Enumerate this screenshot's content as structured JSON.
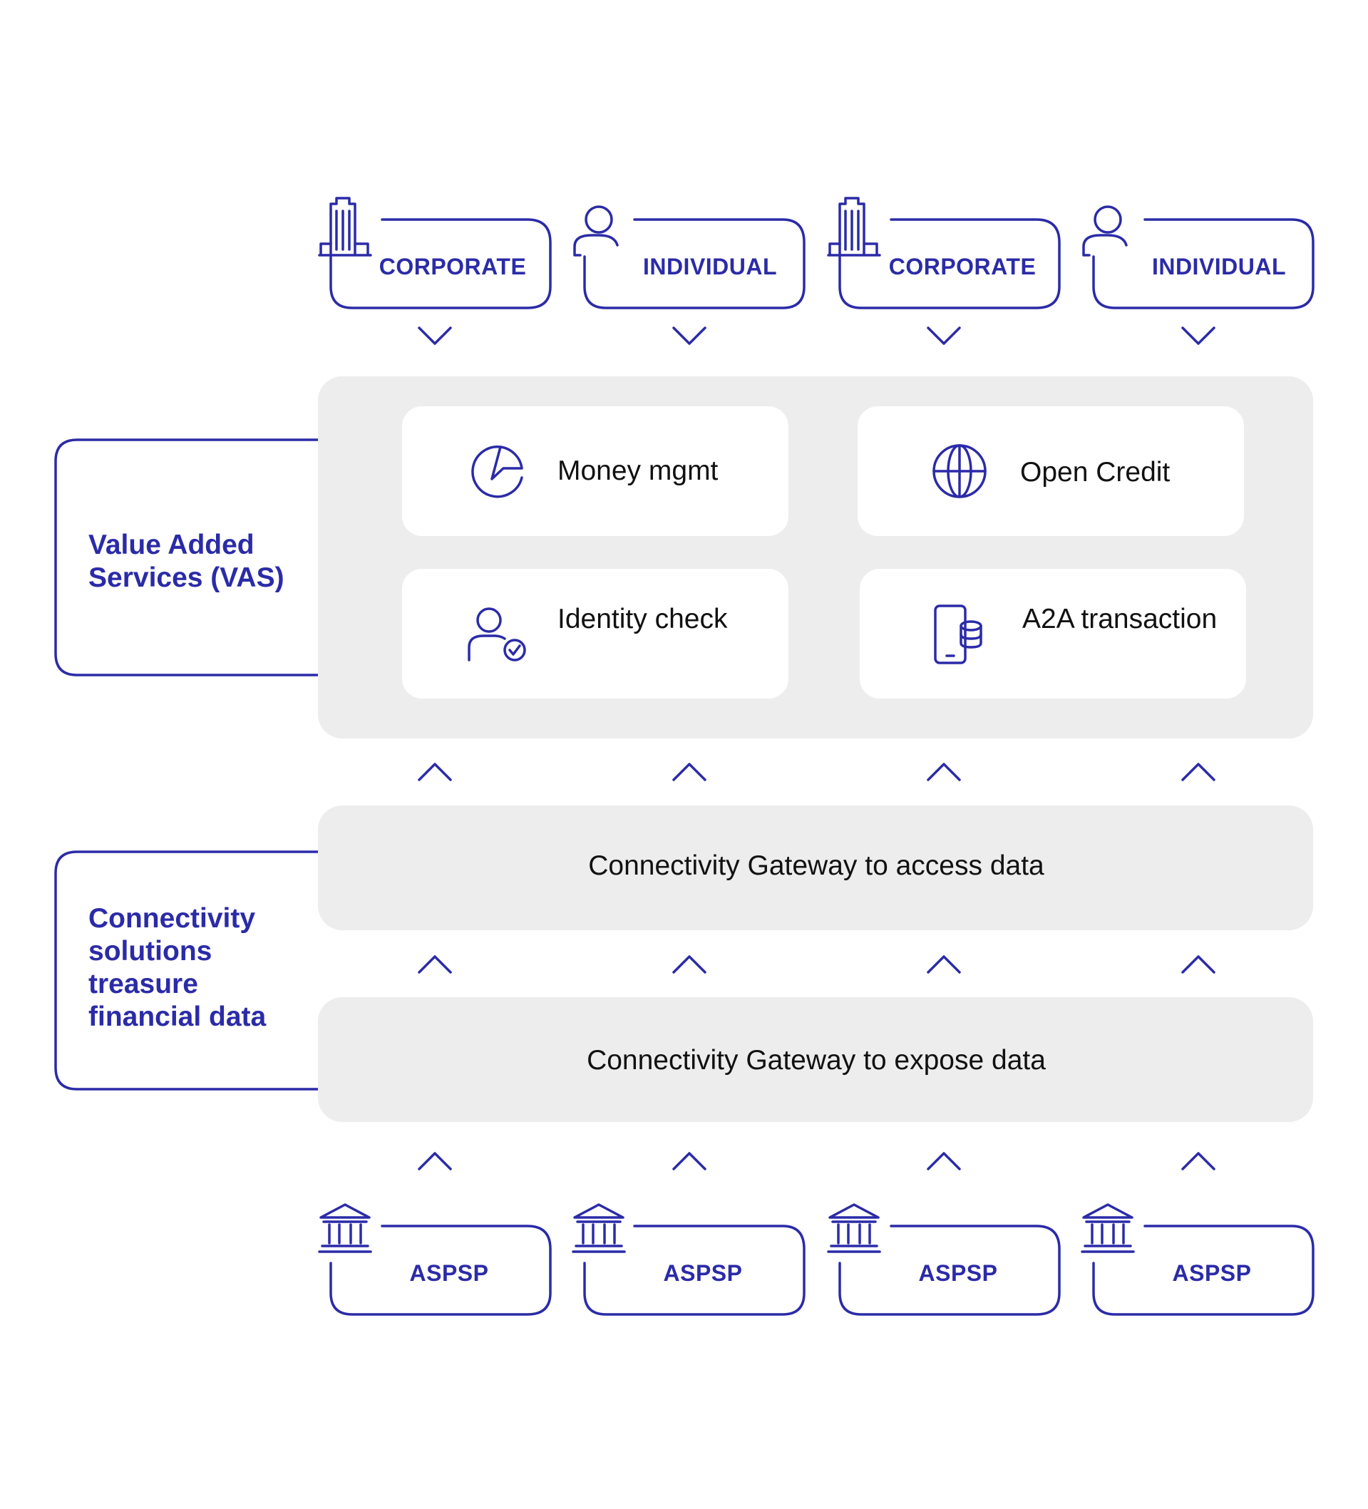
{
  "colors": {
    "accent": "#2B2BA8",
    "panel": "#EDEDED",
    "card": "#FFFFFF",
    "text": "#111111"
  },
  "actors": [
    {
      "label": "CORPORATE",
      "icon": "building-icon"
    },
    {
      "label": "INDIVIDUAL",
      "icon": "person-icon"
    },
    {
      "label": "CORPORATE",
      "icon": "building-icon"
    },
    {
      "label": "INDIVIDUAL",
      "icon": "person-icon"
    }
  ],
  "vas": {
    "side_label": "Value Added Services (VAS)",
    "services": [
      {
        "label": "Money mgmt",
        "icon": "pie-chart-icon"
      },
      {
        "label": "Open Credit",
        "icon": "globe-icon"
      },
      {
        "label": "Identity check",
        "icon": "user-check-icon"
      },
      {
        "label": "A2A transaction",
        "icon": "mobile-coins-icon"
      }
    ]
  },
  "connectivity": {
    "side_label": "Connectivity solutions treasure financial data",
    "gateway_access": "Connectivity Gateway to access data",
    "gateway_expose": "Connectivity Gateway to expose data"
  },
  "banks": [
    {
      "label": "ASPSP",
      "icon": "bank-icon"
    },
    {
      "label": "ASPSP",
      "icon": "bank-icon"
    },
    {
      "label": "ASPSP",
      "icon": "bank-icon"
    },
    {
      "label": "ASPSP",
      "icon": "bank-icon"
    }
  ]
}
